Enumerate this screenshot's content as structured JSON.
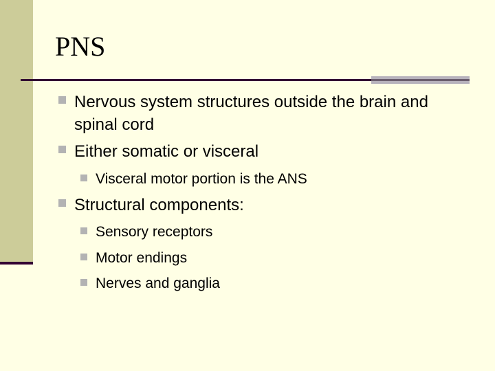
{
  "slide": {
    "title": "PNS",
    "bullets": [
      {
        "level": 1,
        "text": "Nervous system structures outside the brain and spinal cord"
      },
      {
        "level": 1,
        "text": "Either somatic or visceral"
      },
      {
        "level": 2,
        "text": "Visceral motor portion is the ANS"
      },
      {
        "level": 1,
        "text": "Structural components:"
      },
      {
        "level": 2,
        "text": "Sensory receptors"
      },
      {
        "level": 2,
        "text": "Motor endings"
      },
      {
        "level": 2,
        "text": "Nerves and ganglia"
      }
    ]
  },
  "colors": {
    "background": "#FFFFE5",
    "left_bar": "#CCCC99",
    "rule_dark": "#330033",
    "rule_light": "#B7B2BC",
    "bullet_marker": "#B3B3B3",
    "text": "#000000"
  },
  "icons": {
    "bullet": "square-bullet-icon"
  }
}
